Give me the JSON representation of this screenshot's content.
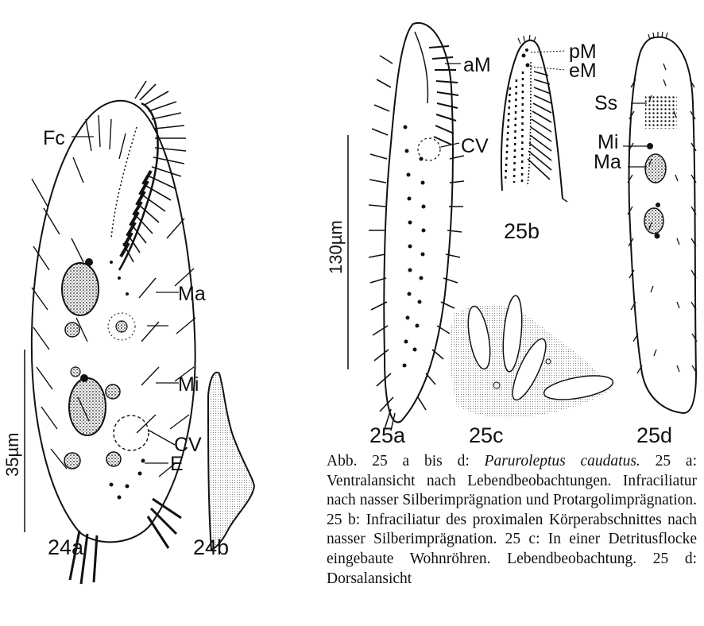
{
  "figure24": {
    "labels": {
      "fc": "Fc",
      "ma": "Ma",
      "mi": "Mi",
      "cv": "CV",
      "e": "E"
    },
    "scale_bar": "35µm",
    "panel_a": "24a",
    "panel_b": "24b"
  },
  "figure25": {
    "labels": {
      "am": "aM",
      "cv": "CV",
      "pm": "pM",
      "em": "eM",
      "ss": "Ss",
      "mi": "Mi",
      "ma": "Ma"
    },
    "scale_bar": "130µm",
    "panel_a": "25a",
    "panel_b": "25b",
    "panel_c": "25c",
    "panel_d": "25d"
  },
  "caption": {
    "lead": "Abb. 25 a bis d: ",
    "species": "Paruroleptus caudatus.",
    "body": " 25 a: Ventralansicht nach Lebendbeobachtungen. Infraciliatur nach nasser Silberimprägnation und Protargolimprägnation. 25 b: Infraciliatur des proximalen Körperabschnittes nach nasser Silberimprägnation. 25 c: In einer Detritusflocke eingebaute Wohnröhren. Lebendbeobachtung. 25 d: Dorsalansicht"
  }
}
